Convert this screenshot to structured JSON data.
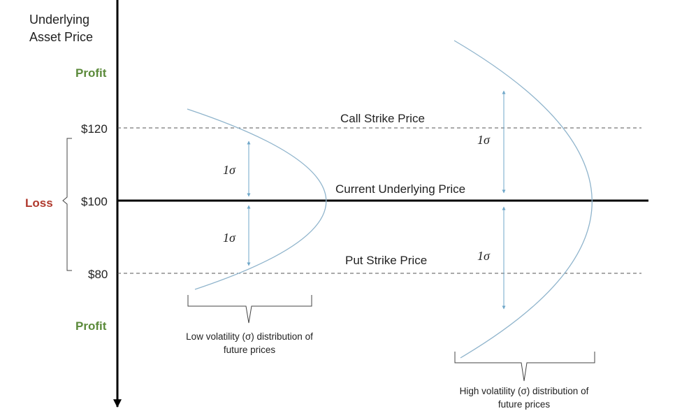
{
  "axis": {
    "title_line1": "Underlying",
    "title_line2": "Asset Price"
  },
  "zones": {
    "profit_top": "Profit",
    "profit_bottom": "Profit",
    "loss": "Loss"
  },
  "prices": {
    "p120": "$120",
    "p100": "$100",
    "p80": "$80"
  },
  "lines": {
    "call_strike": "Call Strike Price",
    "current_price": "Current Underlying Price",
    "put_strike": "Put Strike Price"
  },
  "sigma": {
    "low_upper": "1σ",
    "low_lower": "1σ",
    "high_upper": "1σ",
    "high_lower": "1σ"
  },
  "distributions": {
    "low_line1": "Low volatility (σ) distribution of",
    "low_line2": "future prices",
    "high_line1": "High volatility (σ) distribution of",
    "high_line2": "future prices"
  },
  "colors": {
    "profit": "#5b8a3a",
    "loss": "#b03a2e",
    "curve": "#8fb4cc",
    "arrow": "#6fa7c9"
  }
}
